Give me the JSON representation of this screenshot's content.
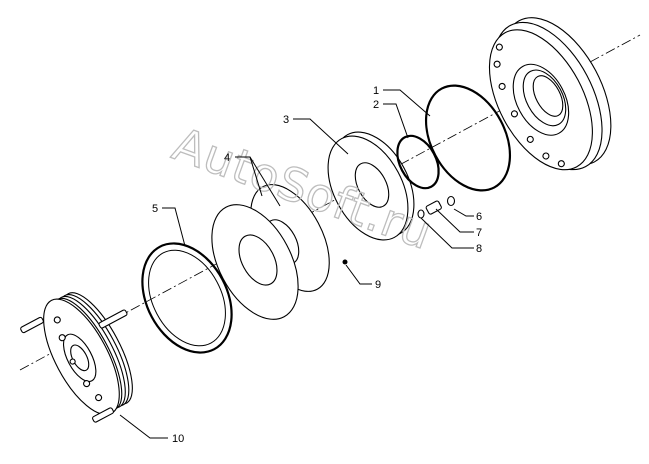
{
  "watermark": "AutoSoft.ru",
  "callouts": [
    {
      "id": "c1",
      "label": "1"
    },
    {
      "id": "c2",
      "label": "2"
    },
    {
      "id": "c3",
      "label": "3"
    },
    {
      "id": "c4",
      "label": "4"
    },
    {
      "id": "c5",
      "label": "5"
    },
    {
      "id": "c6",
      "label": "6"
    },
    {
      "id": "c7",
      "label": "7"
    },
    {
      "id": "c8",
      "label": "8"
    },
    {
      "id": "c9",
      "label": "9"
    },
    {
      "id": "c10",
      "label": "10"
    }
  ]
}
